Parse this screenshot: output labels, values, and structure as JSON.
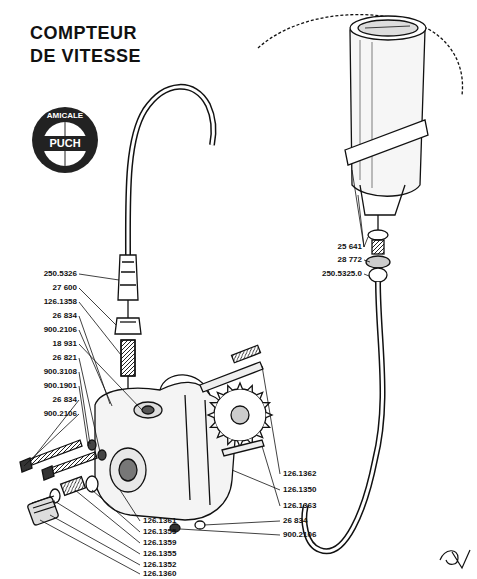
{
  "diagram": {
    "title": "COMPTEUR DE VITESSE",
    "nodes": [
      {
        "text": [
          "AMICALE",
          "PUCH"
        ]
      }
    ],
    "labels": [
      "250.5326",
      "27 600",
      "126.1358",
      "26 834",
      "900.2106",
      "18 931",
      "26 821",
      "900.3108",
      "900.1901",
      "26 834",
      "900.2106",
      "126.1361",
      "126.1355",
      "126.1359",
      "126.1355",
      "126.1352",
      "126.1360",
      "25 641",
      "28 772",
      "250.5325.0",
      "126.1362",
      "126.1350",
      "126.1363",
      "26 834",
      "900.2106"
    ]
  }
}
